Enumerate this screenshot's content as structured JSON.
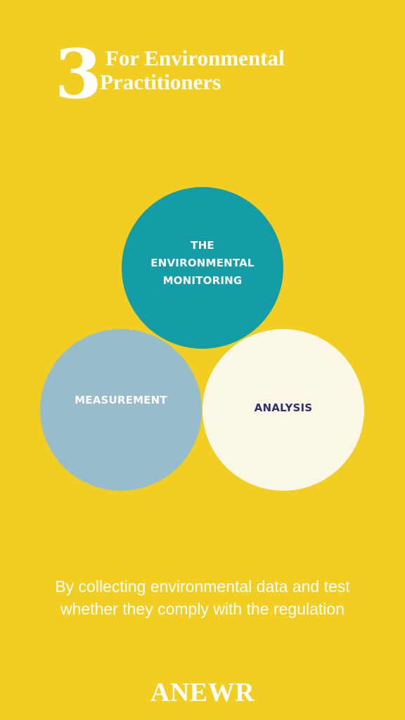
{
  "header": {
    "number": "3",
    "title_line1": "For Environmental",
    "title_line2": "Practitioners"
  },
  "circles": [
    {
      "lines": [
        "THE",
        "ENVIRONMENTAL",
        "MONITORING"
      ],
      "color": "#149DA7",
      "text_color": "#FFFFFF"
    },
    {
      "lines": [
        "MEASUREMENT"
      ],
      "color": "#97BDCC",
      "text_color": "#FFFFFF"
    },
    {
      "lines": [
        "ANALYSIS"
      ],
      "color": "#FBF8E8",
      "text_color": "#2E2F6F"
    }
  ],
  "caption": {
    "line1": "By collecting environmental data and test",
    "line2": "whether they comply with the regulation"
  },
  "brand": "ANEWR",
  "background_color": "#F2CD22"
}
